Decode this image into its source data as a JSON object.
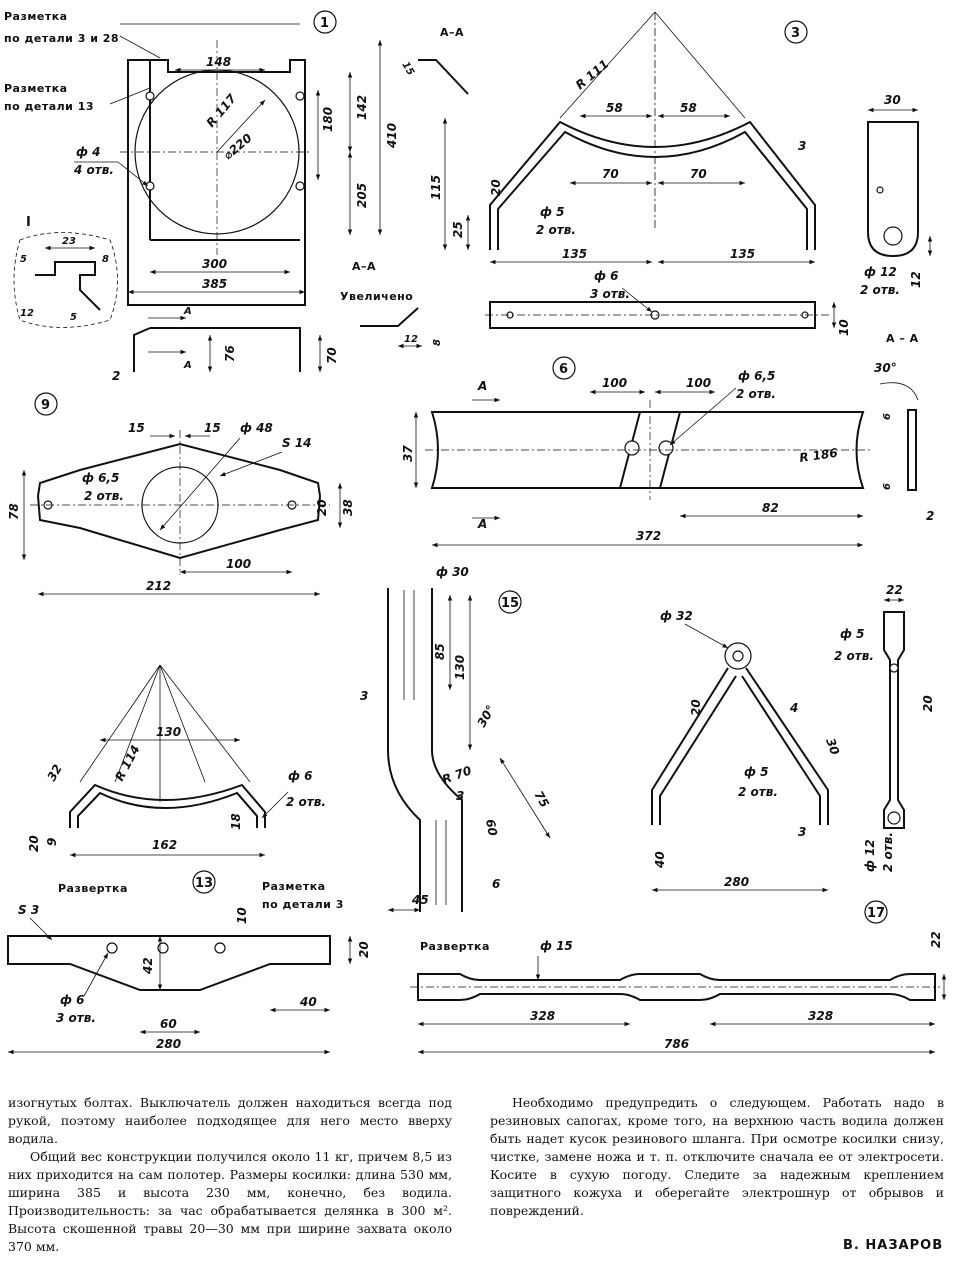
{
  "drawings": {
    "part1": {
      "number": "1",
      "note_marking_3_28": [
        "Разметка",
        "по детали 3 и 28"
      ],
      "note_marking_13": [
        "Разметка",
        "по детали 13"
      ],
      "roman": "I",
      "section_mark": "А",
      "dims": {
        "d148": "148",
        "r117": "R 117",
        "phi220": "⌀220",
        "d142": "142",
        "d180": "180",
        "d410": "410",
        "d205": "205",
        "phi4": "ф 4",
        "holes4": "4 отв.",
        "d300": "300",
        "d385": "385",
        "d76": "76",
        "d70": "70",
        "d2": "2"
      },
      "detail_I": {
        "label": "I",
        "d23": "23",
        "d8": "8",
        "d5a": "5",
        "d12": "12",
        "d5b": "5"
      },
      "section_AA": {
        "title": "А–А",
        "enlarged": "Увеличено",
        "d12": "12",
        "d8": "8"
      }
    },
    "part3": {
      "number": "3",
      "section": {
        "title": "А–А",
        "d15": "15"
      },
      "dims": {
        "r111": "R 111",
        "d58a": "58",
        "d58b": "58",
        "d70a": "70",
        "d70b": "70",
        "d3": "3",
        "d115": "115",
        "d20": "20",
        "d25": "25",
        "phi5": "ф 5",
        "holes2": "2 отв.",
        "d135a": "135",
        "d135b": "135",
        "phi6": "ф 6",
        "holes3": "3 отв.",
        "d10": "10"
      },
      "side": {
        "d30": "30",
        "phi12": "ф 12",
        "holes2": "2 отв.",
        "d12": "12"
      }
    },
    "part6": {
      "number": "6",
      "section": {
        "title": "А – А",
        "angle": "30°",
        "d6a": "6",
        "d6b": "6",
        "d2": "2"
      },
      "dims": {
        "d100a": "100",
        "d100b": "100",
        "phi65": "ф 6,5",
        "holes2": "2 отв.",
        "d37": "37",
        "r186": "R 186",
        "d82": "82",
        "d372": "372",
        "mark": "А"
      }
    },
    "part9": {
      "number": "9",
      "dims": {
        "d15a": "15",
        "d15b": "15",
        "phi48": "ф 48",
        "s14": "S 14",
        "phi65": "ф 6,5",
        "holes2": "2 отв.",
        "d78": "78",
        "d20": "20",
        "d38": "38",
        "d100": "100",
        "d212": "212"
      }
    },
    "part11": {
      "dims": {
        "d130": "130",
        "d32": "32",
        "r114": "R 114",
        "phi6": "ф 6",
        "holes2": "2 отв.",
        "d18": "18",
        "d20": "20",
        "d9": "9",
        "d162": "162"
      }
    },
    "part15": {
      "number": "15",
      "dims": {
        "phi30": "ф 30",
        "d85": "85",
        "d130": "130",
        "d3a": "3",
        "angle": "30°",
        "r70": "R 70",
        "d3b": "3",
        "d75": "75",
        "d60": "60",
        "d45": "45",
        "d6": "6"
      }
    },
    "part13": {
      "number": "13",
      "development": "Развертка",
      "marking": [
        "Разметка",
        "по детали 3"
      ],
      "dims": {
        "s3": "S 3",
        "d10": "10",
        "d20": "20",
        "d42": "42",
        "phi6": "ф 6",
        "holes3": "3 отв.",
        "d40": "40",
        "d60": "60",
        "d280": "280"
      }
    },
    "part17": {
      "number": "17",
      "dims": {
        "phi32": "ф 32",
        "d20": "20",
        "d4": "4",
        "d30": "30",
        "phi5": "ф 5",
        "holes2": "2 отв.",
        "d40": "40",
        "d3": "3",
        "d280": "280"
      },
      "side": {
        "d22": "22",
        "phi5": "ф 5",
        "holes2": "2 отв.",
        "d20": "20",
        "phi12": "ф 12",
        "holes2b": "2 отв."
      }
    },
    "rod": {
      "development": "Развертка",
      "dims": {
        "phi15": "ф 15",
        "d328a": "328",
        "d328b": "328",
        "d786": "786",
        "d22": "22"
      }
    }
  },
  "article": {
    "left": [
      "изогнутых болтах. Выключатель должен находиться всегда под рукой, поэтому наиболее подходящее для него место вверху водила.",
      "Общий вес конструкции получился около 11 кг, причем 8,5 из них приходится на сам полотер. Размеры косилки: длина 530 мм, ширина 385 и высота 230 мм, конечно, без водила. Производительность: за час обрабатывается делянка в 300 м². Высота скошенной травы 20—30 мм при ширине захвата около 370 мм."
    ],
    "right": [
      "Необходимо предупредить о следующем. Работать надо в резиновых сапогах, кроме того, на верхнюю часть водила должен быть надет кусок резинового шланга. При осмотре косилки снизу, чистке, замене ножа и т. п. отключите сначала ее от электросети. Косите в сухую погоду. Следите за надежным креплением защитного кожуха и оберегайте электрошнур от обрывов и повреждений."
    ],
    "author": "В. НАЗАРОВ"
  }
}
